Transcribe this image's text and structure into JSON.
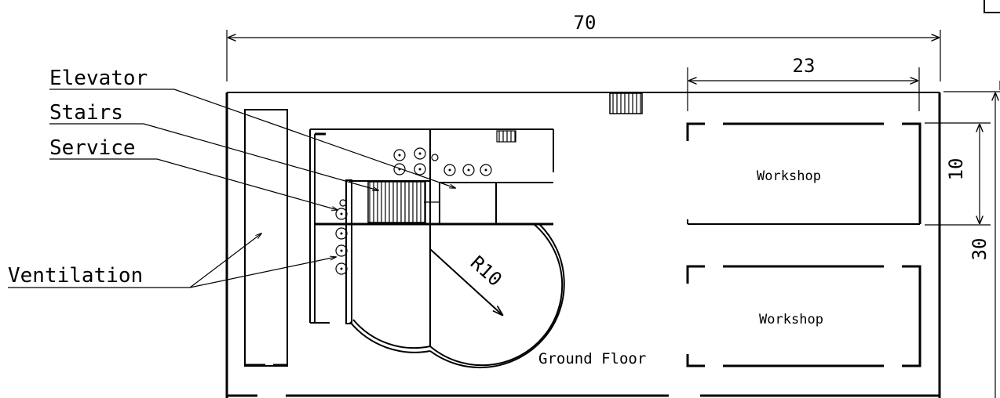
{
  "dimensions": {
    "overall_width": "70",
    "workshop_width": "23",
    "workshop_depth": "10",
    "overall_depth": "30",
    "core_radius": "R10"
  },
  "labels": {
    "elevator": "Elevator",
    "stairs": "Stairs",
    "service": "Service",
    "ventilation": "Ventilation"
  },
  "rooms": {
    "workshop_top": "Workshop",
    "workshop_bottom": "Workshop",
    "floor_name": "Ground Floor"
  }
}
